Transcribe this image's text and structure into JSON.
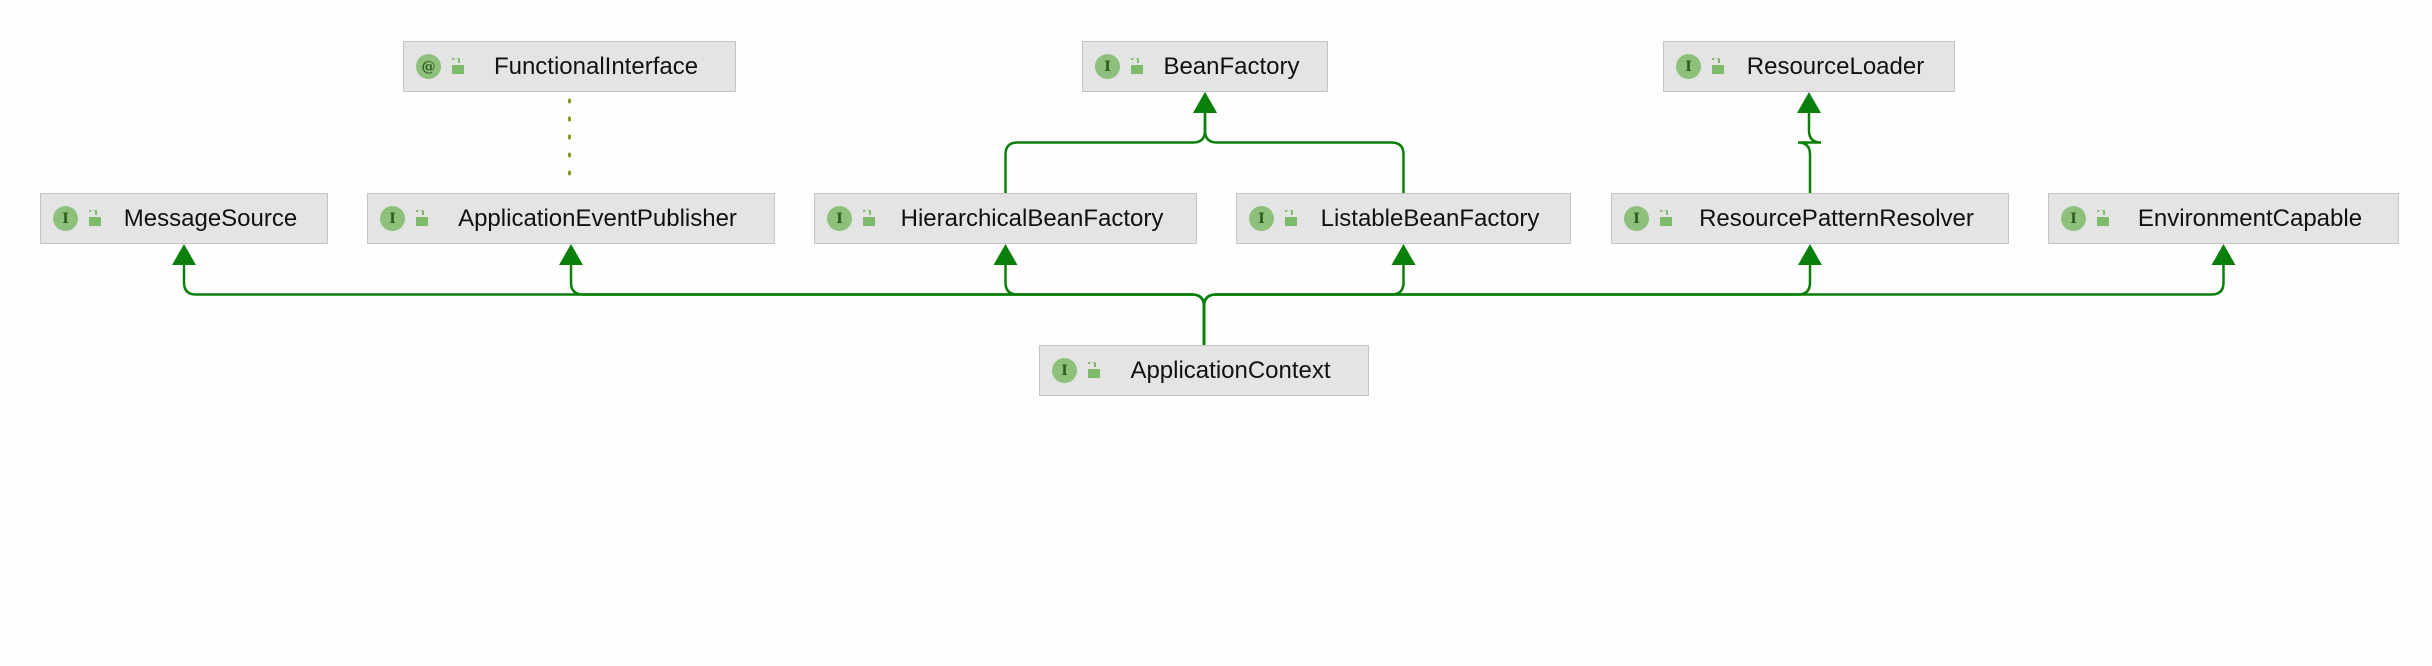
{
  "colors": {
    "edge": "#0a7f0a",
    "node_fill": "#e4e4e4",
    "badge": "#8dc07b"
  },
  "nodes": [
    {
      "id": "functional-interface",
      "label": "FunctionalInterface",
      "badge": "@",
      "badge_icon": "annotation-icon"
    },
    {
      "id": "bean-factory",
      "label": "BeanFactory",
      "badge": "I",
      "badge_icon": "interface-icon"
    },
    {
      "id": "resource-loader",
      "label": "ResourceLoader",
      "badge": "I",
      "badge_icon": "interface-icon"
    },
    {
      "id": "message-source",
      "label": "MessageSource",
      "badge": "I",
      "badge_icon": "interface-icon"
    },
    {
      "id": "application-event-publisher",
      "label": "ApplicationEventPublisher",
      "badge": "I",
      "badge_icon": "interface-icon"
    },
    {
      "id": "hierarchical-bean-factory",
      "label": "HierarchicalBeanFactory",
      "badge": "I",
      "badge_icon": "interface-icon"
    },
    {
      "id": "listable-bean-factory",
      "label": "ListableBeanFactory",
      "badge": "I",
      "badge_icon": "interface-icon"
    },
    {
      "id": "resource-pattern-resolver",
      "label": "ResourcePatternResolver",
      "badge": "I",
      "badge_icon": "interface-icon"
    },
    {
      "id": "environment-capable",
      "label": "EnvironmentCapable",
      "badge": "I",
      "badge_icon": "interface-icon"
    },
    {
      "id": "application-context",
      "label": "ApplicationContext",
      "badge": "I",
      "badge_icon": "interface-icon"
    }
  ],
  "edges": [
    {
      "from": "application-context",
      "to": "message-source",
      "kind": "extends"
    },
    {
      "from": "application-context",
      "to": "application-event-publisher",
      "kind": "extends"
    },
    {
      "from": "application-context",
      "to": "hierarchical-bean-factory",
      "kind": "extends"
    },
    {
      "from": "application-context",
      "to": "listable-bean-factory",
      "kind": "extends"
    },
    {
      "from": "application-context",
      "to": "resource-pattern-resolver",
      "kind": "extends"
    },
    {
      "from": "application-context",
      "to": "environment-capable",
      "kind": "extends"
    },
    {
      "from": "hierarchical-bean-factory",
      "to": "bean-factory",
      "kind": "extends"
    },
    {
      "from": "listable-bean-factory",
      "to": "bean-factory",
      "kind": "extends"
    },
    {
      "from": "resource-pattern-resolver",
      "to": "resource-loader",
      "kind": "extends"
    },
    {
      "from": "application-event-publisher",
      "to": "functional-interface",
      "kind": "annotated"
    }
  ]
}
